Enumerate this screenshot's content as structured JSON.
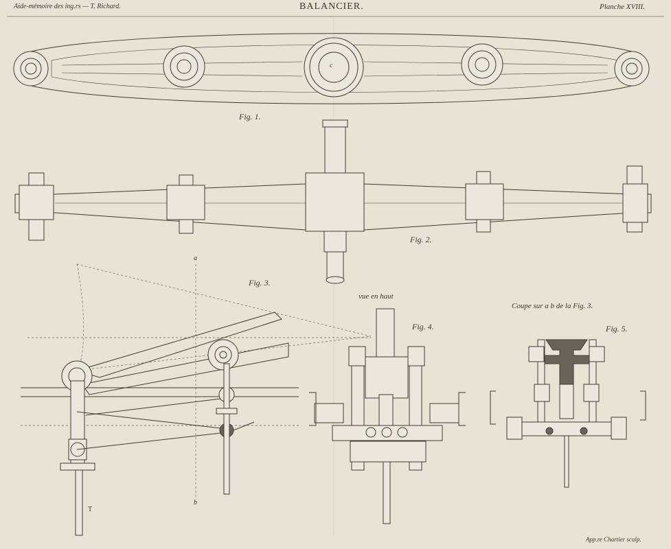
{
  "header": {
    "left": "Aide-mémoire des ing.rs — T. Richard.",
    "title": "BALANCIER.",
    "right": "Planche XVIII."
  },
  "figures": {
    "fig1": "Fig. 1.",
    "fig2": "Fig. 2.",
    "fig3": "Fig. 3.",
    "fig4": "Fig. 4.",
    "fig5": "Fig. 5."
  },
  "captions": {
    "vue": "vue en haut",
    "coupe": "Coupe sur a b de la Fig. 3."
  },
  "labels": {
    "c": "c",
    "a": "a",
    "b": "b",
    "t": "T"
  },
  "footer": "App.re Chartier sculp."
}
